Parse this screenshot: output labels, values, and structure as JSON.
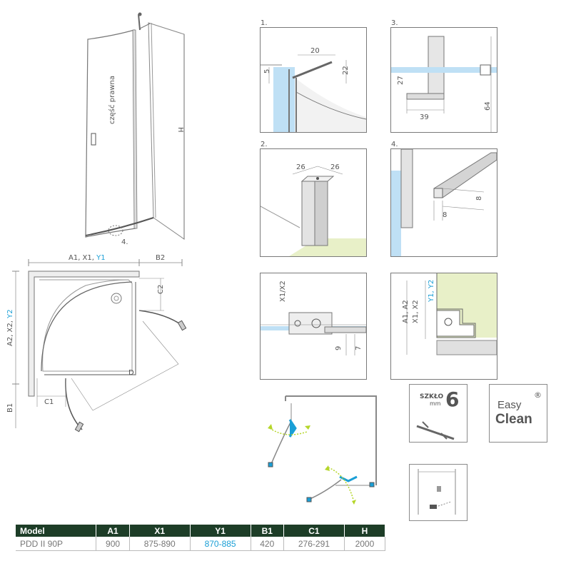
{
  "door_view": {
    "side_label": "część prawna",
    "height_label": "H",
    "detail_ref": "4."
  },
  "plan_view": {
    "top_label": "A1, X1, ",
    "top_label_blue": "Y1",
    "top_right_label": "B2",
    "left_label": "A2, X2, ",
    "left_label_blue": "Y2",
    "left_bottom_label": "B1",
    "c2": "C2",
    "c1": "C1",
    "d": "D"
  },
  "details": {
    "d1": {
      "num": "1.",
      "w": "20",
      "h": "22",
      "s": "5"
    },
    "d2": {
      "num": "2.",
      "w1": "26",
      "w2": "26"
    },
    "d3": {
      "num": "3.",
      "h1": "27",
      "w": "39",
      "h2": "64"
    },
    "d4": {
      "num": "4.",
      "a": "8",
      "b": "8"
    },
    "d5": {
      "label": "X1/X2",
      "a": "9",
      "b": "7"
    },
    "d6": {
      "label1": "A1, A2",
      "label1b": "X1, X2",
      "label2": "Y1, Y2"
    }
  },
  "badges": {
    "glass": {
      "word": "SZKŁO",
      "unit": "mm",
      "value": "6"
    },
    "clean": {
      "line1": "Easy",
      "line2": "Clean",
      "mark": "®"
    }
  },
  "table": {
    "headers": [
      "Model",
      "A1",
      "X1",
      "Y1",
      "B1",
      "C1",
      "H"
    ],
    "row": [
      "PDD II 90P",
      "900",
      "875-890",
      "870-885",
      "420",
      "276-291",
      "2000"
    ]
  },
  "colors": {
    "accent_blue": "#1a9fd6",
    "header_green": "#1d3d27",
    "glass_fill": "#e8f0c8"
  }
}
